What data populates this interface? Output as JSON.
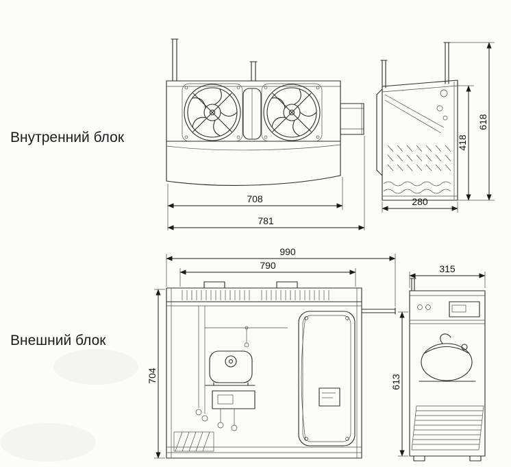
{
  "diagram": {
    "indoor_unit": {
      "label": "Внутренний блок",
      "dimensions": {
        "front_width_inner": "708",
        "front_width_overall": "781",
        "side_depth": "280",
        "side_height_body": "418",
        "side_height_overall": "618"
      }
    },
    "outdoor_unit": {
      "label": "Внешний блок",
      "dimensions": {
        "front_width_overall": "990",
        "front_width_inner": "790",
        "front_height": "704",
        "side_depth": "315",
        "side_height": "613"
      }
    }
  }
}
